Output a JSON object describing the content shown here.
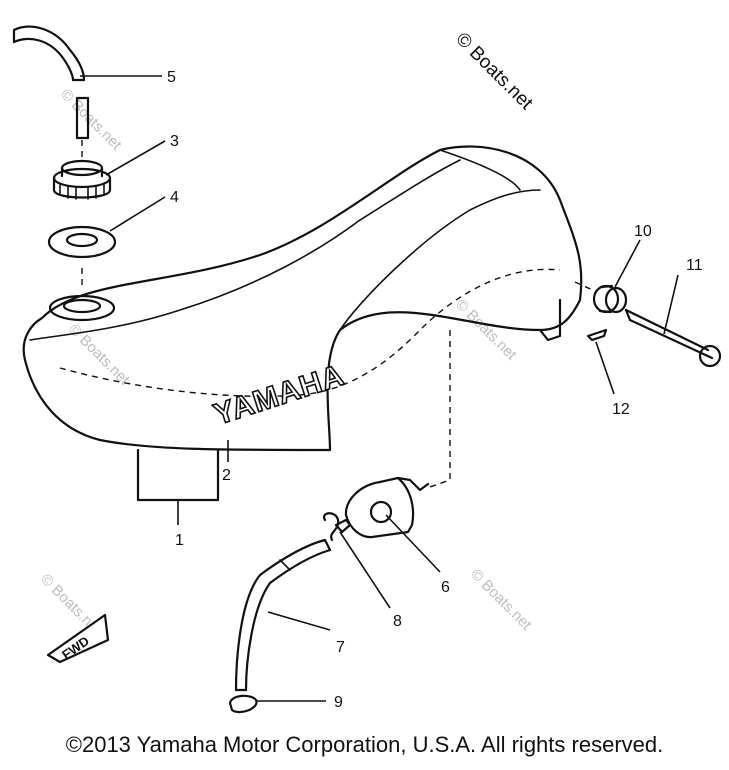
{
  "watermark_main": "© Boats.net",
  "watermark_faint": "© Boats.net",
  "brand_mark": "YAMAHA",
  "fwd_label": "FWD",
  "copyright": "©2013 Yamaha Motor Corporation, U.S.A. All rights reserved.",
  "callouts": {
    "c1": "1",
    "c2": "2",
    "c3": "3",
    "c4": "4",
    "c5": "5",
    "c6": "6",
    "c7": "7",
    "c8": "8",
    "c9": "9",
    "c10": "10",
    "c11": "11",
    "c12": "12"
  }
}
